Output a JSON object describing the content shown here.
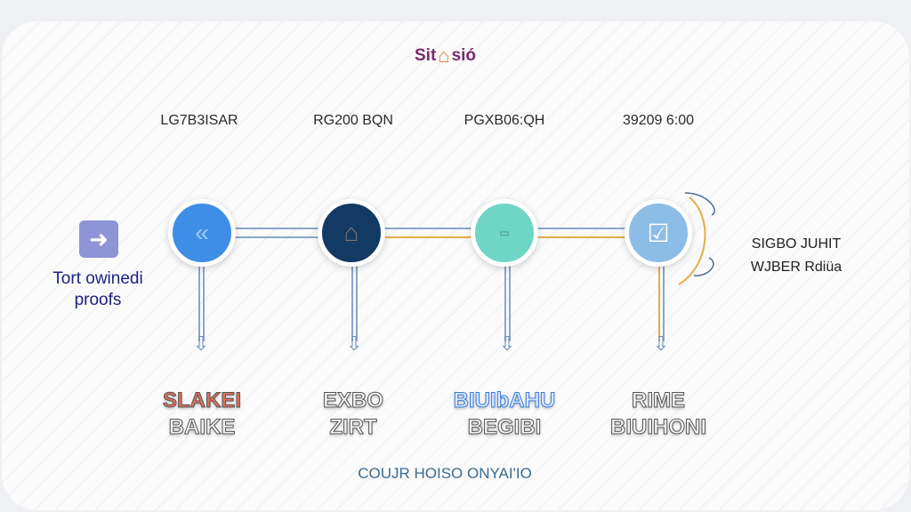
{
  "logo": {
    "text_left": "Sit",
    "text_right": "sió"
  },
  "steps": [
    {
      "top_label": "LG7B3ISAR",
      "title_line1": "SLAKEI",
      "title_line2": "BAIKE",
      "title_color": "#e0705a",
      "icon": "double-chevron-left-icon",
      "node_color": "#3e8ee8"
    },
    {
      "top_label": "RG200 BQN",
      "title_line1": "EXBO",
      "title_line2": "ZIRT",
      "title_color": "#f4f4f4",
      "icon": "house-icon",
      "node_color": "#123a63"
    },
    {
      "top_label": "PGXB06:QH",
      "title_line1": "BIUIbAHU",
      "title_line2": "BEGIBI",
      "title_color": "#4a88e0",
      "icon": "badge-icon",
      "node_color": "#6fd6c6"
    },
    {
      "top_label": "39209 6:00",
      "title_line1": "RIME",
      "title_line2": "BIUIHONI",
      "title_color": "#f4f4f4",
      "icon": "check-shield-icon",
      "node_color": "#8cbde6"
    }
  ],
  "left": {
    "label": "Tort owinedi proofs",
    "line1": "Tort owinedi",
    "line2": "proofs"
  },
  "right": {
    "line1": "SIGBO JUHIT",
    "line2": "WJBER Rdiüa"
  },
  "footer": "COUJR HOISO ONYAI'IO"
}
